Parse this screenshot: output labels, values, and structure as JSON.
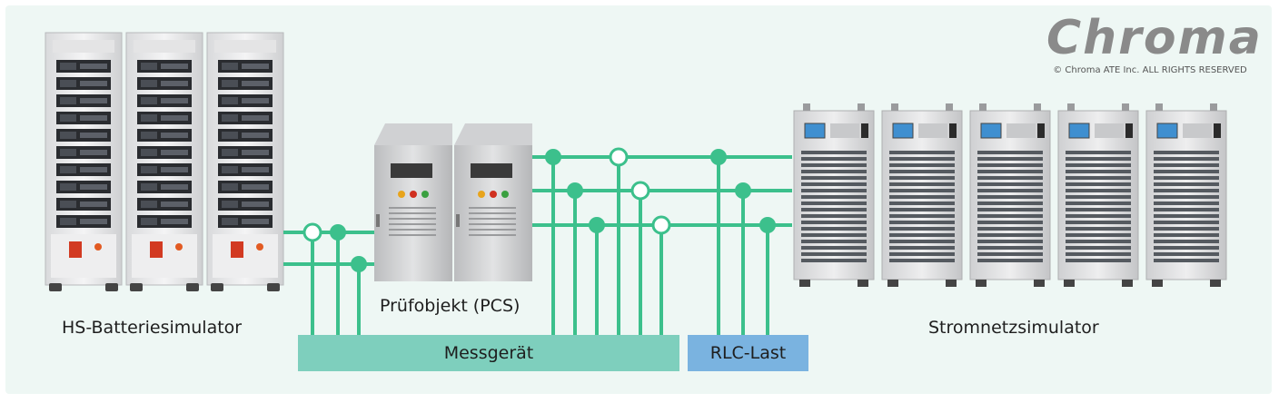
{
  "brand": {
    "logo_text": "Chroma",
    "copyright": "© Chroma ATE Inc. ALL RIGHTS RESERVED"
  },
  "labels": {
    "battery": "HS-Batteriesimulator",
    "dut": "Prüfobjekt (PCS)",
    "grid": "Stromnetzsimulator",
    "meter": "Messgerät",
    "load": "RLC-Last"
  },
  "colors": {
    "line": "#3cc08c",
    "meter_bar": "#7ecfbd",
    "load_bar": "#7ab3e0",
    "panel": "#eef7f4"
  },
  "icons": [
    "battery-simulator-rack",
    "pcs-cabinet",
    "grid-simulator-cabinet",
    "junction-dot",
    "crossing-circle"
  ]
}
